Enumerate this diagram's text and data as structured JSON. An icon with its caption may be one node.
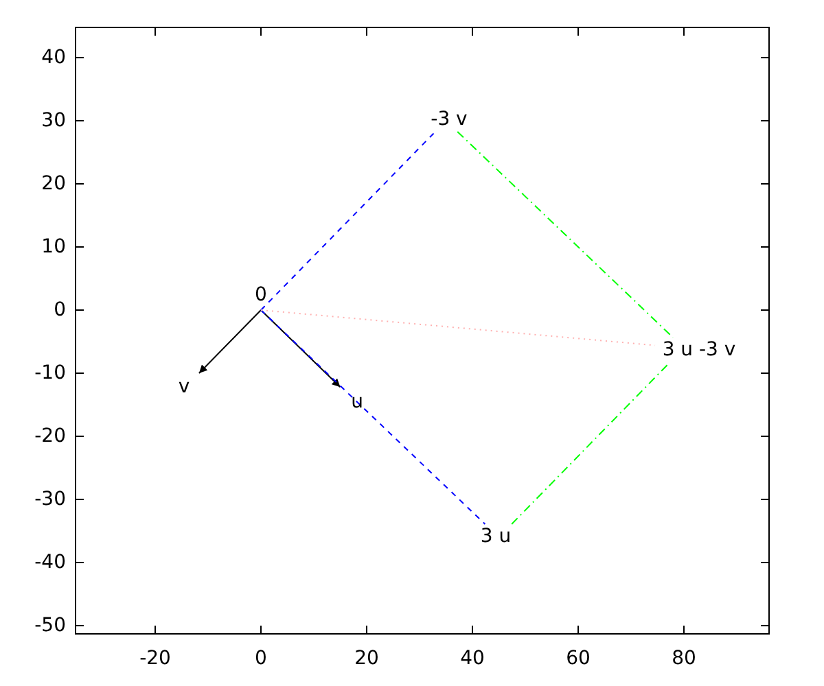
{
  "diagram": {
    "nodes": [
      {
        "text": [
          "0"
        ]
      },
      {
        "text": [
          "v"
        ]
      },
      {
        "text": [
          "u"
        ]
      },
      {
        "text": [
          "3 u"
        ]
      },
      {
        "text": [
          "-3 v"
        ]
      },
      {
        "text": [
          "3 u -3 v"
        ]
      }
    ],
    "edges": [
      {
        "from": 0,
        "to": 1,
        "arrow": "to"
      },
      {
        "from": 0,
        "to": 2,
        "arrow": "to"
      },
      {
        "from": 0,
        "to": 3,
        "arrow": "none",
        "style": "dashed",
        "color": "#0000ff"
      },
      {
        "from": 0,
        "to": 4,
        "arrow": "none",
        "style": "dashed",
        "color": "#0000ff"
      },
      {
        "from": 4,
        "to": 5,
        "arrow": "none",
        "style": "dashed",
        "color": "#00ff00"
      },
      {
        "from": 3,
        "to": 5,
        "arrow": "none",
        "style": "dashed",
        "color": "#00ff00"
      },
      {
        "from": 0,
        "to": 5,
        "arrow": "none",
        "style": "dashed",
        "color": "#ffb0b0"
      }
    ],
    "labels": [
      "40",
      "30",
      "20",
      "10",
      "0",
      "-10",
      "-20",
      "-30",
      "-40",
      "-50",
      "-20",
      "0",
      "20",
      "40",
      "60",
      "80"
    ]
  }
}
